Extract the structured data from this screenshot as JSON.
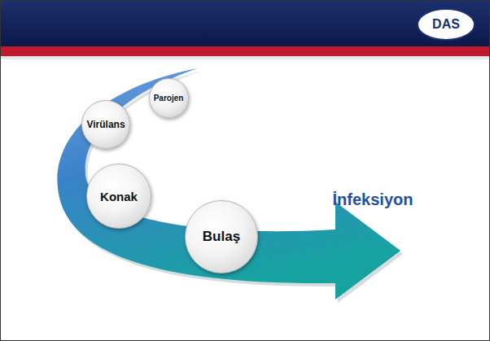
{
  "diagram": {
    "nodes": [
      {
        "text": [
          "Parojen"
        ]
      },
      {
        "text": [
          "Virülans"
        ]
      },
      {
        "text": [
          "Konak"
        ]
      },
      {
        "text": [
          "Bulaş"
        ]
      }
    ],
    "labels": [
      "İnfeksiyon",
      "DAS"
    ]
  }
}
